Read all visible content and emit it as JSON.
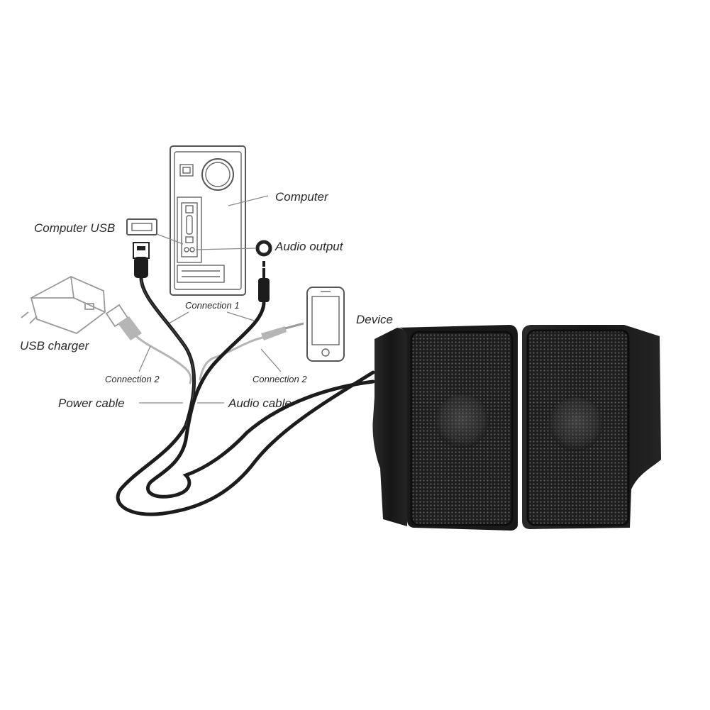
{
  "labels": {
    "computer": "Computer",
    "computer_usb": "Computer USB",
    "audio_output": "Audio output",
    "connection_1": "Connection 1",
    "device": "Device",
    "usb_charger": "USB charger",
    "connection_2_left": "Connection 2",
    "connection_2_right": "Connection 2",
    "power_cable": "Power cable",
    "audio_cable": "Audio cable"
  },
  "colors": {
    "speaker_body": "#1c1c1c",
    "speaker_grille": "#2a2a2a",
    "line_art": "#555555",
    "label_text": "#2a2a2a"
  }
}
